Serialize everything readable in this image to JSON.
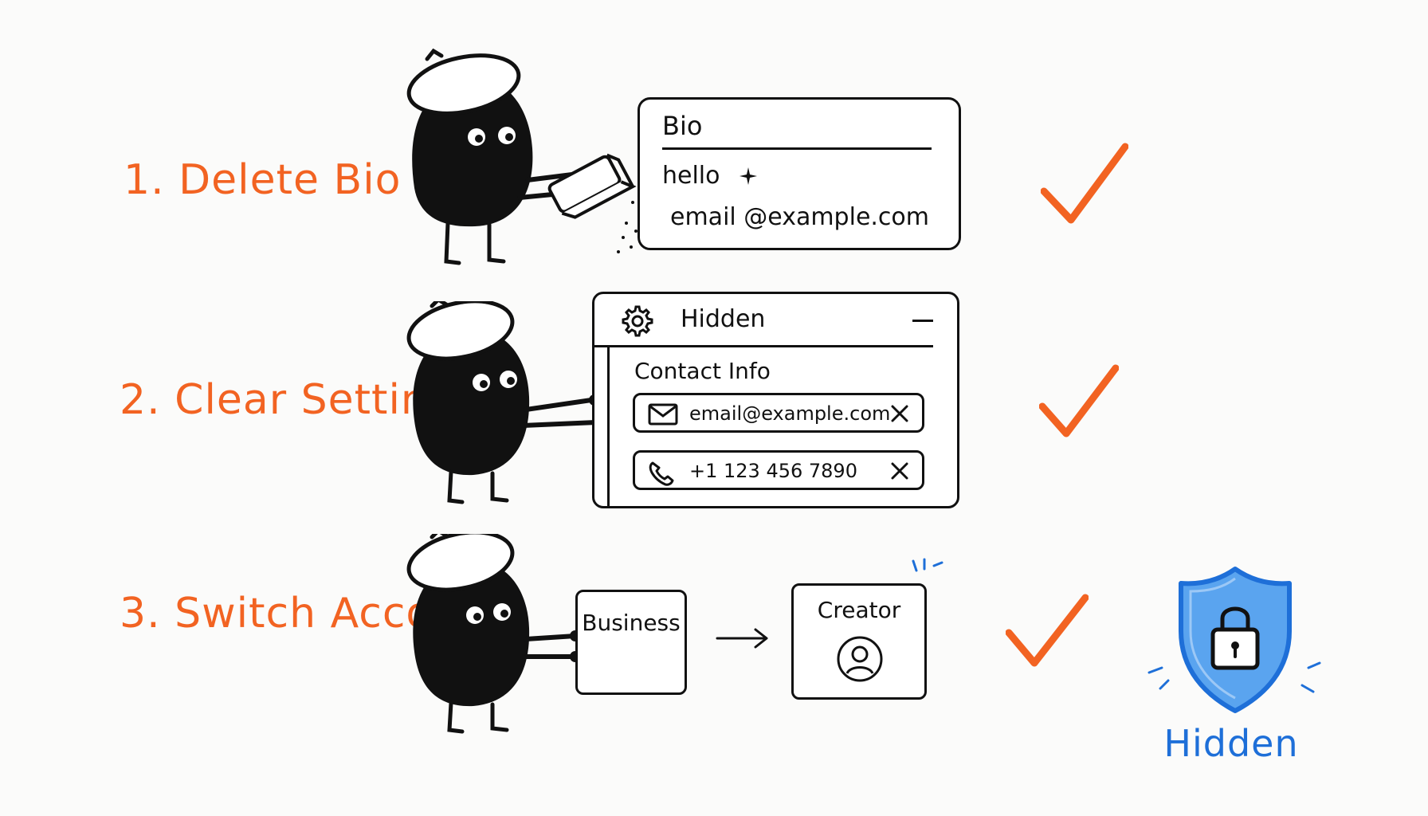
{
  "steps": [
    {
      "label": "1. Delete Bio"
    },
    {
      "label": "2. Clear Settings"
    },
    {
      "label": "3. Switch Account"
    }
  ],
  "bio_card": {
    "title": "Bio",
    "line1": "hello",
    "line2": "email @example.com"
  },
  "settings_panel": {
    "title": "Hidden",
    "section_title": "Contact Info",
    "email": "email@example.com",
    "phone": "+1 123 456 7890"
  },
  "accounts": {
    "from": "Business",
    "to": "Creator"
  },
  "status": {
    "label": "Hidden"
  },
  "colors": {
    "accent": "#f26322",
    "status_blue": "#1e6fd8",
    "shield_fill": "#5aa4ef",
    "ink": "#111111"
  },
  "icons": {
    "settings": "gear-icon",
    "email": "mail-icon",
    "phone": "phone-icon",
    "remove": "close-icon",
    "profile": "user-avatar-icon",
    "security": "padlock-icon",
    "done": "checkmark-icon"
  }
}
